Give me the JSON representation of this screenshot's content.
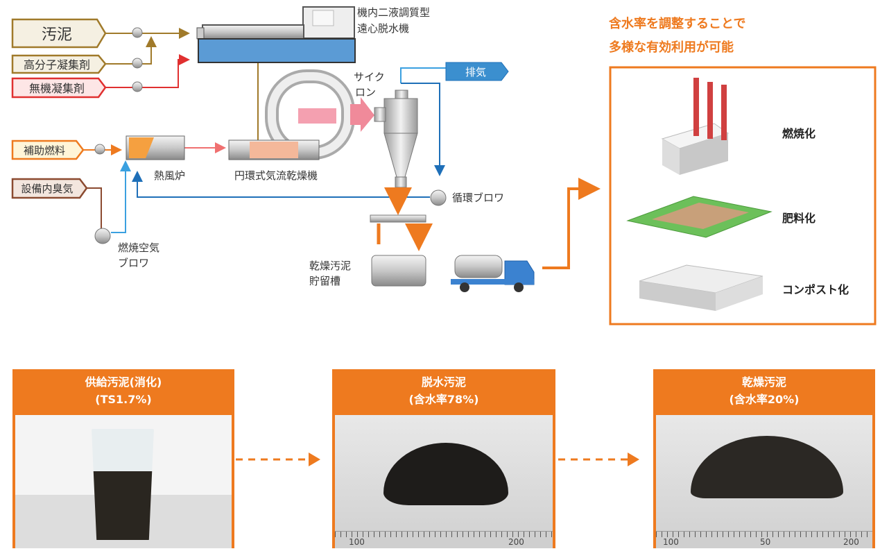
{
  "inputs": {
    "sludge": "汚泥",
    "polymer": "高分子凝集剤",
    "inorganic": "無機凝集剤",
    "aux_fuel": "補助燃料",
    "odor": "設備内臭気"
  },
  "equipment": {
    "centrifuge_line1": "機内二液調質型",
    "centrifuge_line2": "遠心脱水機",
    "cyclone_line1": "サイク",
    "cyclone_line2": "ロン",
    "exhaust": "排気",
    "hot_air_furnace": "熱風炉",
    "ring_dryer": "円環式気流乾燥機",
    "circulation_blower": "循環ブロワ",
    "combustion_blower_line1": "燃焼空気",
    "combustion_blower_line2": "ブロワ",
    "storage_line1": "乾燥汚泥",
    "storage_line2": "貯留槽"
  },
  "uses": {
    "title_line1": "含水率を調整することで",
    "title_line2": "多様な有効利用が可能",
    "items": [
      "燃焼化",
      "肥料化",
      "コンポスト化"
    ]
  },
  "samples": [
    {
      "title": "供給汚泥(消化)",
      "sub": "(TS1.7%)"
    },
    {
      "title": "脱水汚泥",
      "sub": "(含水率78%)",
      "ruler": [
        "100",
        "200"
      ]
    },
    {
      "title": "乾燥汚泥",
      "sub": "(含水率20%)",
      "ruler": [
        "100",
        "50",
        "200"
      ]
    }
  ],
  "colors": {
    "accent": "#ee7a1f",
    "blue": "#2e7fc4",
    "brown": "#a07a2a",
    "red": "#e03030"
  }
}
